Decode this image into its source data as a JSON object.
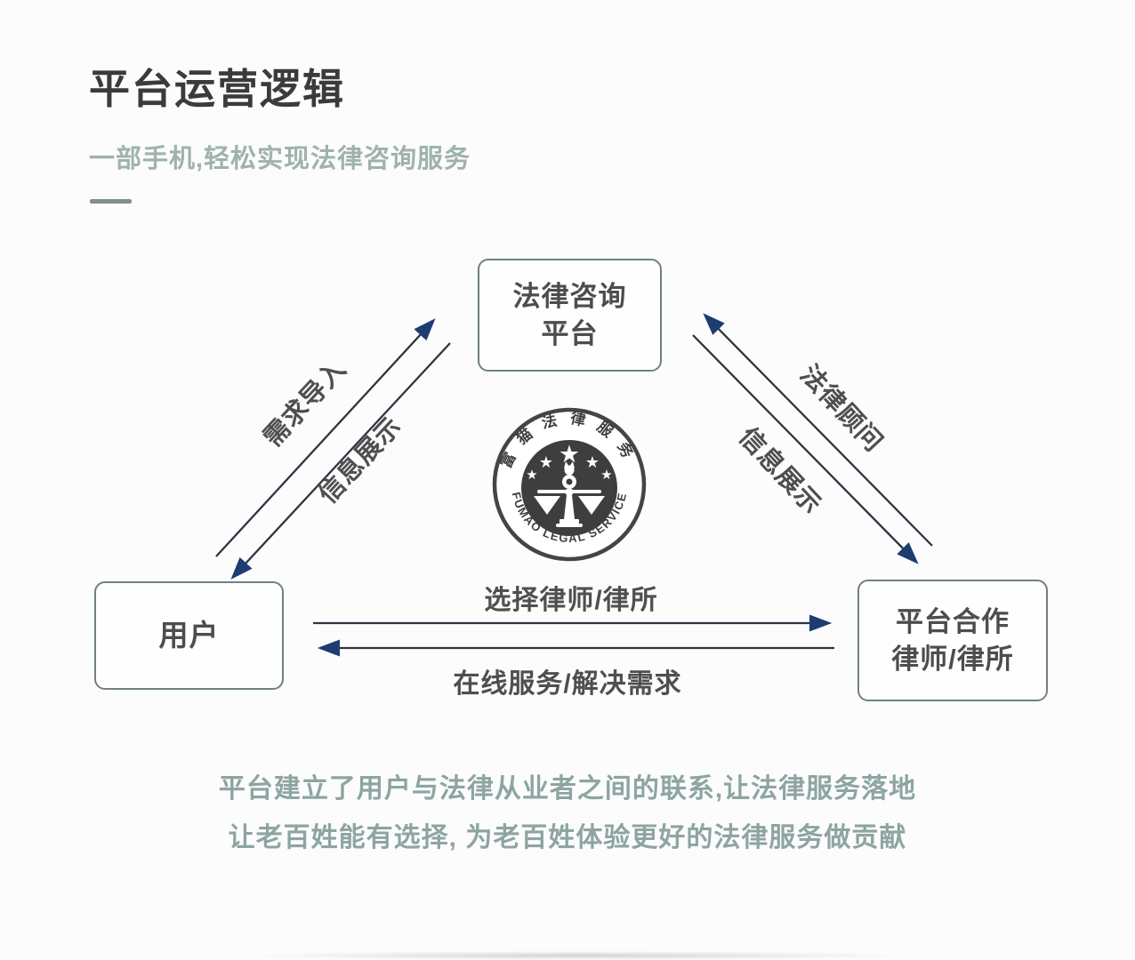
{
  "page": {
    "title": "平台运营逻辑",
    "subtitle": "一部手机,轻松实现法律咨询服务"
  },
  "diagram": {
    "nodes": {
      "platform": {
        "line1": "法律咨询",
        "line2": "平台"
      },
      "user": {
        "label": "用户"
      },
      "lawyers": {
        "line1": "平台合作",
        "line2": "律师/律所"
      }
    },
    "edges": {
      "demand_import": "需求导入",
      "info_display_left": "信息展示",
      "legal_advisor": "法律顾问",
      "info_display_right": "信息展示",
      "choose_lawyer": "选择律师/律所",
      "online_service": "在线服务/解决需求"
    },
    "logo": {
      "top_arc_text": "富猫法律服务",
      "bottom_arc_text": "FUMAO LEGAL SERVICE"
    }
  },
  "footer": {
    "line1": "平台建立了用户与法律从业者之间的联系,让法律服务落地",
    "line2": "让老百姓能有选择, 为老百姓体验更好的法律服务做贡献"
  },
  "colors": {
    "arrow_line": "#2f3440",
    "arrow_head": "#1d3c72",
    "box_border": "#6f817f",
    "teal_text": "#8da5a2",
    "title_text": "#3b3b3b",
    "logo_ink": "#3e3e3e"
  }
}
